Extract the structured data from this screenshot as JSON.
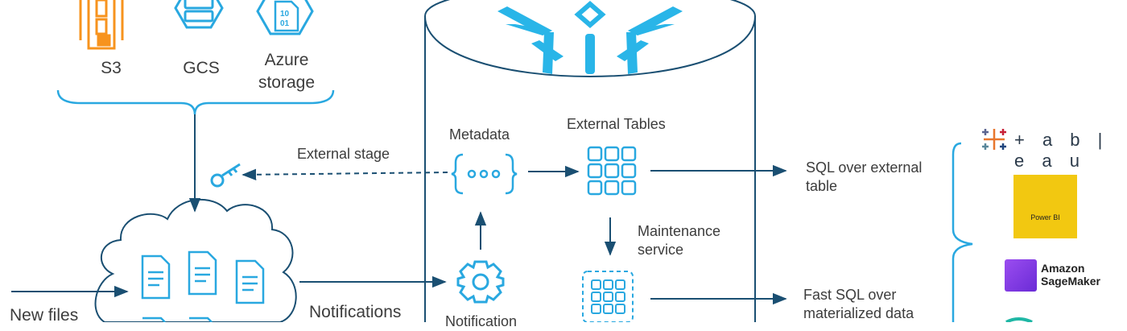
{
  "cloud_storage": {
    "s3_label": "S3",
    "gcs_label": "GCS",
    "azure_label_line1": "Azure",
    "azure_label_line2": "storage"
  },
  "external_stage_label": "External stage",
  "metadata_label": "Metadata",
  "external_tables_label": "External Tables",
  "maintenance_label_line1": "Maintenance",
  "maintenance_label_line2": "service",
  "notification_label": "Notification",
  "notifications_label": "Notifications",
  "new_files_label": "New files",
  "sql_external_line1": "SQL over external",
  "sql_external_line2": "table",
  "fast_sql_line1": "Fast SQL over",
  "fast_sql_line2": "materialized data",
  "bi_tools": {
    "tableau": "+ a b | e a u",
    "power_bi": "Power BI",
    "sagemaker_line1": "Amazon",
    "sagemaker_line2": "SageMaker"
  },
  "colors": {
    "line": "#1a4f72",
    "accent": "#29a8e0",
    "s3_orange": "#f7931e",
    "powerbi_yellow": "#f2c811",
    "sagemaker_purple": "#7a3de6"
  }
}
